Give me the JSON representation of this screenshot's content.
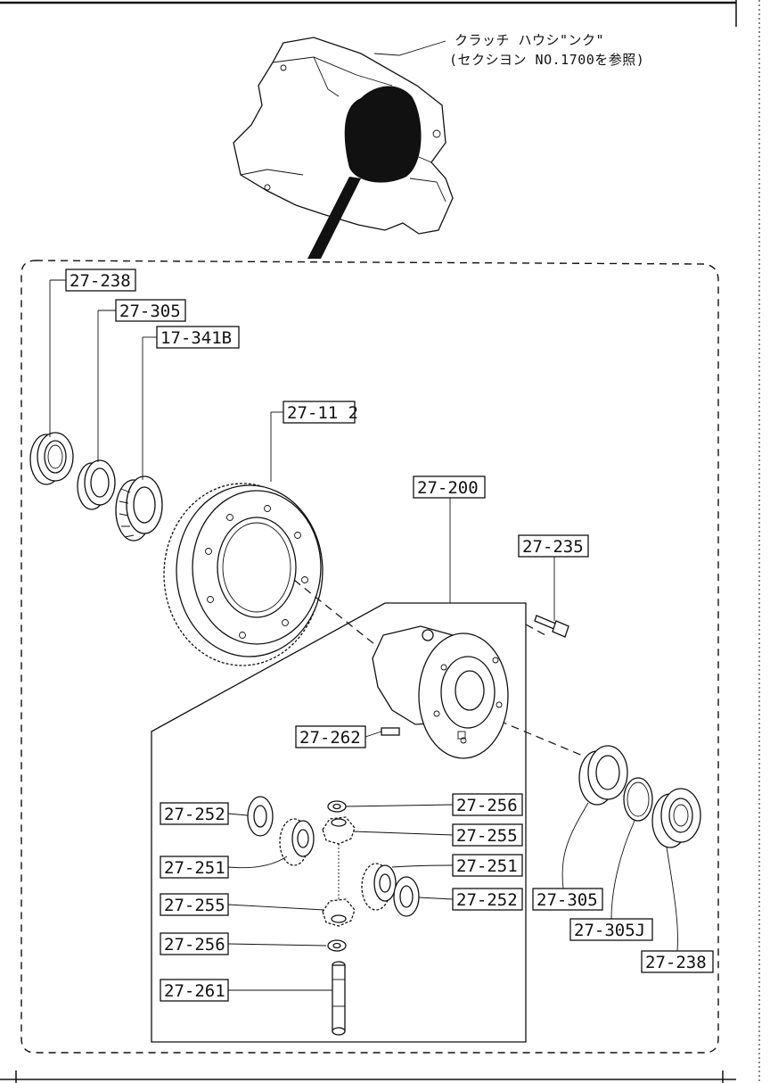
{
  "header_note": {
    "line1": "クラッチ  ハウシ\"ンク\"",
    "line2": "(セクシヨン NO.1700を参照)"
  },
  "callouts": {
    "bearing_left": "27-238",
    "race_left": "27-305",
    "gear_small": "17-341B",
    "ring_gear": "27-11 2",
    "case_assembly": "27-200",
    "bolt": "27-235",
    "pin_lock": "27-262",
    "washer_side_left": "27-252",
    "washer_pinion_top": "27-256",
    "pinion_top": "27-255",
    "side_gear_left": "27-251",
    "side_gear_right": "27-251",
    "pinion_bottom": "27-255",
    "washer_side_right": "27-252",
    "washer_pinion_bottom": "27-256",
    "shaft": "27-261",
    "race_right": "27-305",
    "shim_right": "27-305J",
    "bearing_right": "27-238"
  }
}
